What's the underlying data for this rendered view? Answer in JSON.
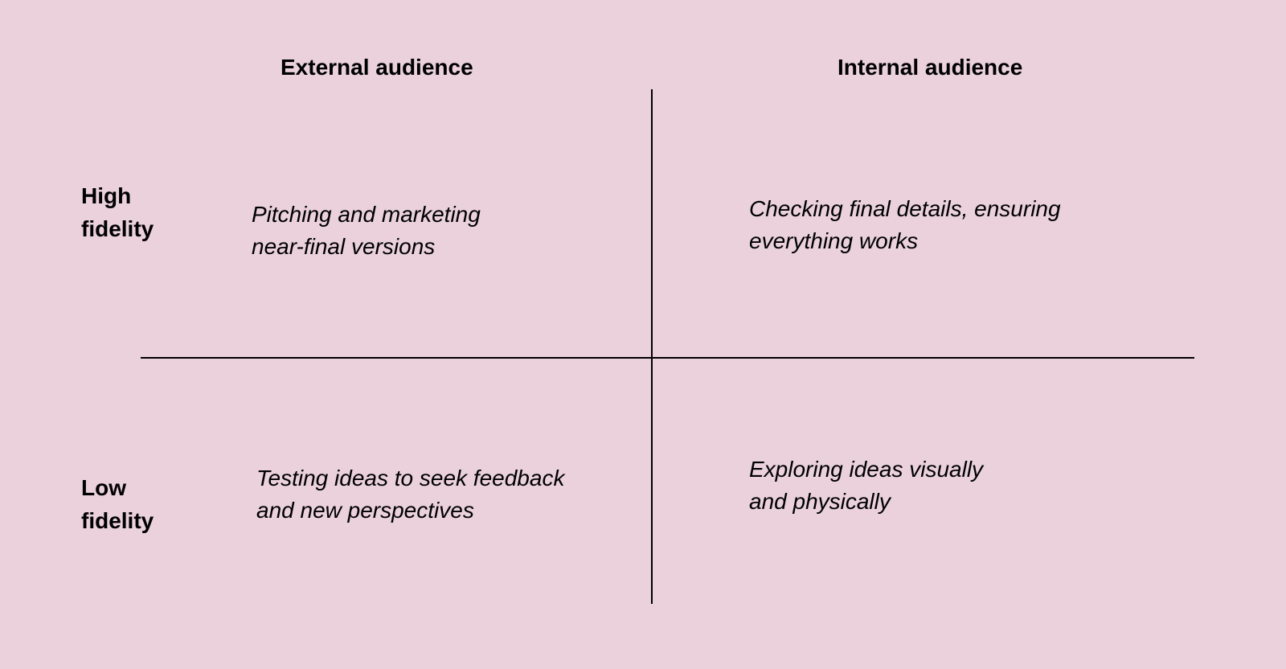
{
  "colors": {
    "background": "#ead1dc",
    "text": "#000000",
    "axis": "#000000"
  },
  "columns": {
    "external": "External audience",
    "internal": "Internal audience"
  },
  "rows": {
    "high": [
      "High",
      "fidelity"
    ],
    "low": [
      "Low",
      "fidelity"
    ]
  },
  "quadrants": {
    "external_high": [
      "Pitching and marketing",
      "near-final versions"
    ],
    "internal_high": [
      "Checking final details, ensuring",
      "everything works"
    ],
    "external_low": [
      "Testing ideas to seek feedback",
      "and new perspectives"
    ],
    "internal_low": [
      "Exploring ideas visually",
      "and physically"
    ]
  }
}
